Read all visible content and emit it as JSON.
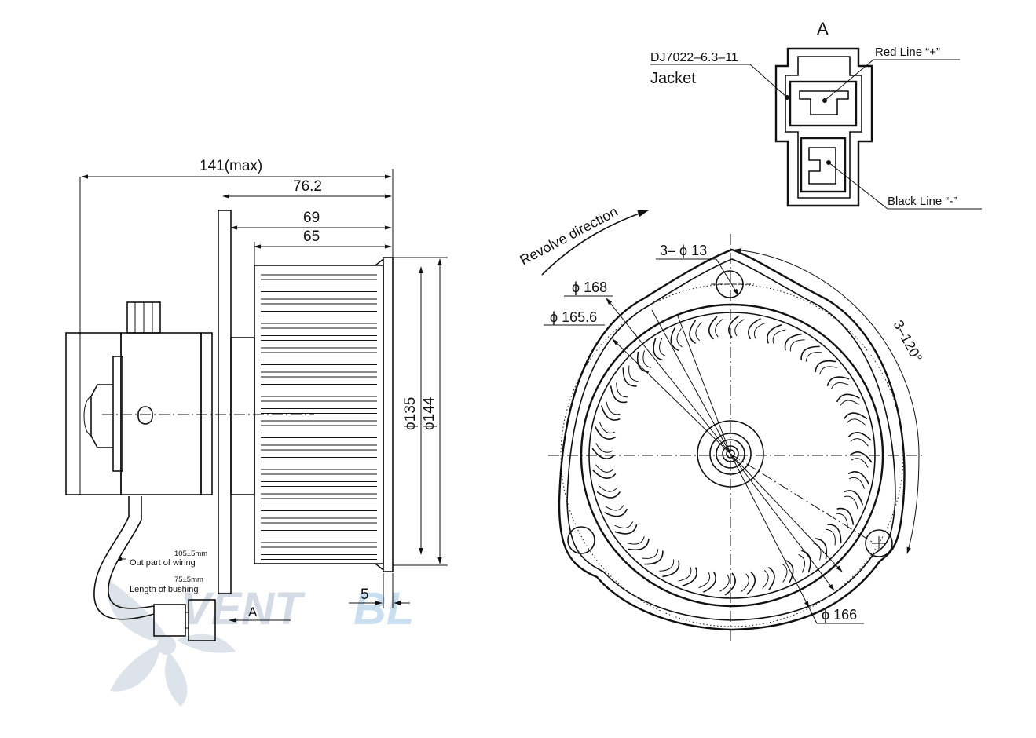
{
  "side_view": {
    "overall_length": "141(max)",
    "flange_to_end": "76.2",
    "wheel_outer": "69",
    "wheel_inner": "65",
    "dia_inner": "ϕ135",
    "dia_outer": "ϕ144",
    "gap": "5",
    "wire_out_length": "105±5mm",
    "wire_out_label": "Out part of wiring",
    "bushing_length": "75±5mm",
    "bushing_label": "Length of bushing",
    "view_arrow": "A"
  },
  "connector": {
    "title": "A",
    "part_number": "DJ7022–6.3–11",
    "jacket_label": "Jacket",
    "red_line": "Red Line “+”",
    "black_line": "Black Line “-”"
  },
  "front_view": {
    "revolve_label": "Revolve direction",
    "holes": "3– ϕ 13",
    "angle": "3–120°",
    "dia_168": "ϕ 168",
    "dia_165_6": "ϕ 165.6",
    "dia_166": "ϕ 166"
  },
  "watermark": {
    "text_a": "VENT",
    "text_b": "BL"
  }
}
